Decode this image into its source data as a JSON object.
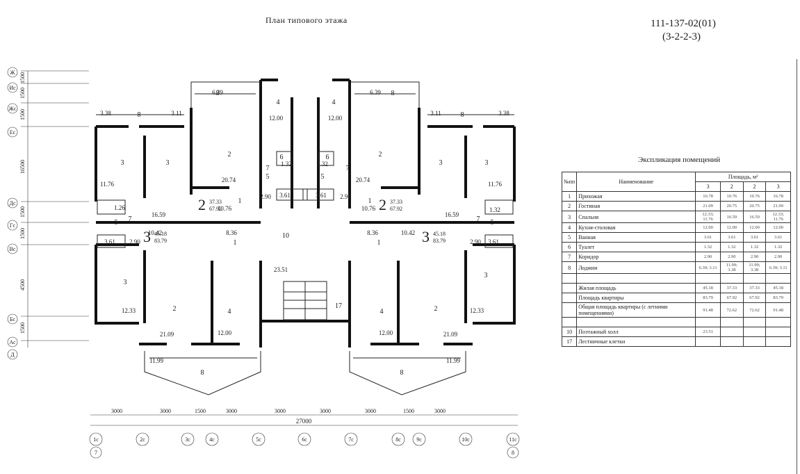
{
  "header": {
    "title": "План типового этажа",
    "code_line1": "111-137-02(01)",
    "code_line2": "(3-2-2-3)"
  },
  "explication": {
    "title": "Экспликация помещений",
    "col_no": "№пп",
    "col_name": "Наименование",
    "col_area": "Площадь, м²",
    "area_cols": [
      "3",
      "2",
      "2",
      "3"
    ],
    "rows": [
      {
        "no": "1",
        "name": "Прихожая",
        "v": [
          "16.78",
          "10.76",
          "10.76",
          "16.78"
        ]
      },
      {
        "no": "2",
        "name": "Гостиная",
        "v": [
          "21.09",
          "20.75",
          "20.75",
          "21.09"
        ]
      },
      {
        "no": "3",
        "name": "Спальня",
        "v": [
          "12.33; 11.76",
          "16.59",
          "16.59",
          "12.33; 11.76"
        ]
      },
      {
        "no": "4",
        "name": "Кухня-столовая",
        "v": [
          "12.00",
          "12.00",
          "12.00",
          "12.00"
        ]
      },
      {
        "no": "5",
        "name": "Ванная",
        "v": [
          "3.61",
          "3.61",
          "3.61",
          "3.61"
        ]
      },
      {
        "no": "6",
        "name": "Туалет",
        "v": [
          "1.32",
          "1.32",
          "1.32",
          "1.32"
        ]
      },
      {
        "no": "7",
        "name": "Коридор",
        "v": [
          "2.90",
          "2.90",
          "2.90",
          "2.90"
        ]
      },
      {
        "no": "8",
        "name": "Лоджии",
        "v": [
          "6.39; 3.11",
          "11.99; 3.38",
          "11.99; 3.38",
          "6.39; 3.11"
        ]
      }
    ],
    "totals": [
      {
        "name": "Жилая площадь",
        "v": [
          "45.18",
          "37.33",
          "37.33",
          "45.18"
        ]
      },
      {
        "name": "Площадь квартиры",
        "v": [
          "83.79",
          "67.92",
          "67.92",
          "83.79"
        ]
      },
      {
        "name": "Общая площадь квартиры (с летними помещениями)",
        "v": [
          "91.48",
          "72.62",
          "72.62",
          "91.48"
        ]
      }
    ],
    "common": [
      {
        "no": "10",
        "name": "Поэтажный холл",
        "v": "23.51"
      },
      {
        "no": "17",
        "name": "Лестничные клетки",
        "v": ""
      }
    ]
  },
  "plan": {
    "axes_left": [
      "Ж",
      "Ис",
      "Жс",
      "Ес",
      "Дс",
      "Гс",
      "Вс",
      "Бс",
      "Ас",
      "Д"
    ],
    "axes_bottom": [
      "1с",
      "2с",
      "3с",
      "4с",
      "5с",
      "6с",
      "7с",
      "8с",
      "9с",
      "10с",
      "11с"
    ],
    "axes_bottom_extra": [
      "7",
      "8"
    ],
    "dims_left": [
      "1500",
      "1500",
      "1500",
      "16500",
      "1500",
      "1500",
      "4500",
      "1500"
    ],
    "dims_bottom": [
      "3000",
      "3000",
      "1500",
      "3000",
      "3000",
      "3000",
      "3000",
      "1500",
      "3000"
    ],
    "dim_total": "27000",
    "apartments": [
      {
        "type": "2",
        "living": "37.33",
        "total": "67.92"
      },
      {
        "type": "2",
        "living": "37.33",
        "total": "67.92"
      },
      {
        "type": "3",
        "living": "45.18",
        "total": "83.79"
      },
      {
        "type": "3",
        "living": "45.18",
        "total": "83.79"
      }
    ],
    "room_numbers": [
      "8",
      "8",
      "8",
      "8",
      "4",
      "4",
      "3",
      "3",
      "2",
      "2",
      "3",
      "3",
      "1",
      "1",
      "1",
      "1",
      "5",
      "5",
      "5",
      "5",
      "6",
      "6",
      "7",
      "7",
      "7",
      "7",
      "10",
      "17",
      "3",
      "3",
      "2",
      "2",
      "4",
      "4",
      "8",
      "8"
    ],
    "areas": {
      "loggia_top": "6.39",
      "loggia_side": "3.38",
      "loggia_side2": "3.11",
      "kitchen_top": "12.00",
      "living_top": "20.74",
      "bed_top": "11.76",
      "hall_small": "10.76",
      "corr": "2.90",
      "bath": "3.61",
      "wc": "1.32",
      "bath_side": "1.26",
      "bed_mid": "16.59",
      "hall_mid": "10.42",
      "hall_mid2": "8.36",
      "hall_common": "23.51",
      "bed_bottom": "12.33",
      "living_bottom": "21.09",
      "kitchen_bottom": "12.00",
      "loggia_bottom": "11.99",
      "corr2": "2.90",
      "wc2": "1.32",
      "hall_right": "10.42",
      "wc_side": "1.32"
    }
  }
}
